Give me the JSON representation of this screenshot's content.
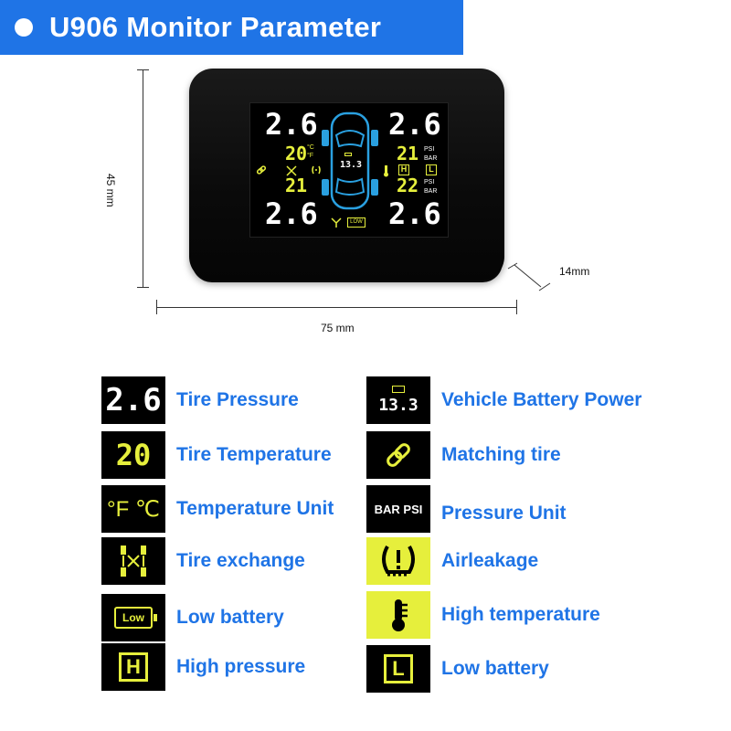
{
  "banner": {
    "title": "U906 Monitor Parameter",
    "bg_color": "#1f74e6"
  },
  "dimensions": {
    "height": "45 mm",
    "width": "75 mm",
    "depth": "14mm"
  },
  "display": {
    "pressure_fl": "2.6",
    "pressure_fr": "2.6",
    "pressure_rl": "2.6",
    "pressure_rr": "2.6",
    "temp_left": "20",
    "temp_right": "21",
    "temp_left_rear": "21",
    "temp_right_rear": "22",
    "battery_voltage": "13.3",
    "unit_psi": "PSI",
    "unit_bar": "BAR",
    "unit_c": "°C",
    "unit_f": "°F",
    "h_label": "H",
    "l_label": "L",
    "low_label": "LOW"
  },
  "legend": {
    "left": [
      {
        "tile": "2.6",
        "label": "Tire Pressure",
        "icon": "pressure-digits"
      },
      {
        "tile": "20",
        "label": "Tire Temperature",
        "icon": "temperature-digits"
      },
      {
        "tile": "°F ℃",
        "label": "Temperature Unit",
        "icon": "temperature-unit-icon"
      },
      {
        "tile": "",
        "label": "Tire exchange",
        "icon": "tire-exchange-icon"
      },
      {
        "tile": "Low",
        "label": "Low battery",
        "icon": "low-battery-icon"
      },
      {
        "tile": "H",
        "label": "High pressure",
        "icon": "high-pressure-icon"
      }
    ],
    "right": [
      {
        "tile": "13.3",
        "label": "Vehicle Battery Power",
        "icon": "battery-voltage-icon"
      },
      {
        "tile": "",
        "label": "Matching tire",
        "icon": "chain-link-icon"
      },
      {
        "tile": "BAR PSI",
        "label": "Pressure Unit",
        "icon": "pressure-unit-icon"
      },
      {
        "tile": "",
        "label": "Airleakage",
        "icon": "tire-leak-icon"
      },
      {
        "tile": "",
        "label": "High temperature",
        "icon": "thermometer-icon"
      },
      {
        "tile": "L",
        "label": "Low battery",
        "icon": "low-L-icon"
      }
    ]
  },
  "colors": {
    "accent_blue": "#1f74e6",
    "lcd_yellow": "#e6ef3c",
    "lcd_white": "#ffffff",
    "car_blue": "#2aa0e0"
  }
}
